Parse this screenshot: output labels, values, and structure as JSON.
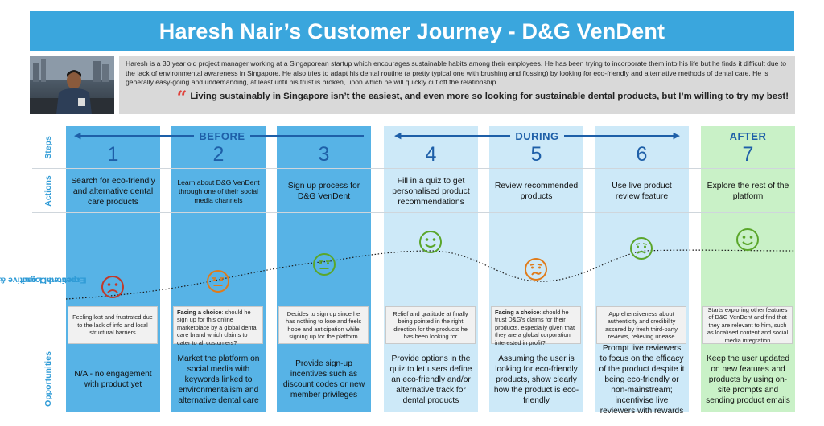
{
  "title": "Haresh Nair’s Customer Journey - D&G VenDent",
  "persona": {
    "bio": "Haresh is a 30 year old project manager working at a Singaporean startup which encourages sustainable habits among their employees. He has been trying to incorporate them into his life but he finds it difficult due to the lack of environmental awareness in Singapore. He also tries to adapt his dental routine (a pretty typical one with brushing and flossing) by looking for eco-friendly and alternative methods of dental care. He is generally easy-going and undemanding, at least until his trust is broken, upon which he will quickly cut off the relationship.",
    "quote": "Living sustainably in Singapore isn’t the easiest, and even more so looking for sustainable dental products, but I’m willing to try my best!"
  },
  "row_labels": {
    "steps": "Steps",
    "actions": "Actions",
    "load_line1": "Expected Cognitive &",
    "load_line2": "Emotional Load",
    "opportunities": "Opportunities"
  },
  "phases": {
    "before": "BEFORE",
    "during": "DURING",
    "after": "AFTER"
  },
  "colors": {
    "banner": "#3aa6dd",
    "before": "#57b3e6",
    "during": "#cde9f8",
    "after": "#c9f1c7",
    "accent": "#1e5fa8",
    "face_sad": "#c0392b",
    "face_neutral": "#e07b1a",
    "face_happy": "#5aa62a"
  },
  "steps": [
    {
      "number": "1",
      "action": "Search for eco-friendly and alternative dental care products",
      "emotion_icon": "sad-face-icon",
      "emotion_text": "Feeling lost and frustrated due to the lack of info and local structural barriers",
      "opportunity": "N/A - no engagement with product yet"
    },
    {
      "number": "2",
      "action": "Learn about D&G VenDent through one of their social media channels",
      "emotion_icon": "neutral-face-icon",
      "emotion_bold": "Facing a choice",
      "emotion_text": ": should he sign up for this online marketplace by a global dental care brand which claims to cater to all customers?",
      "opportunity": "Market the platform on social media with keywords linked to environmentalism and alternative dental care"
    },
    {
      "number": "3",
      "action": "Sign up process for D&G VenDent",
      "emotion_icon": "neutral-face-icon",
      "emotion_text": "Decides to sign up since he has nothing to lose and feels hope and anticipation while signing up for the platform",
      "opportunity": "Provide sign-up incentives such as discount codes or new member privileges"
    },
    {
      "number": "4",
      "action": "Fill in a quiz to get personalised product recommendations",
      "emotion_icon": "happy-face-icon",
      "emotion_text": "Relief and gratitude at finally being pointed in the right direction for the products he has been looking for",
      "opportunity": "Provide options in the quiz to let users define an eco-friendly and/or alternative track for dental products"
    },
    {
      "number": "5",
      "action": "Review recommended products",
      "emotion_icon": "worried-face-icon",
      "emotion_bold": "Facing a choice",
      "emotion_text": ": should he trust D&G’s claims for their products, especially given that they are a global corporation interested in profit?",
      "opportunity": "Assuming the user is looking for eco-friendly products, show clearly how the product is eco-friendly"
    },
    {
      "number": "6",
      "action": "Use live product review feature",
      "emotion_icon": "uneasy-face-icon",
      "emotion_text": "Apprehensiveness about authenticity and credibility assured by fresh third-party reviews, relieving unease",
      "opportunity": "Prompt live reviewers to focus on the efficacy of the product despite it being eco-friendly or non-mainstream; incentivise live reviewers with rewards"
    },
    {
      "number": "7",
      "action": "Explore the rest of the platform",
      "emotion_icon": "happy-face-icon",
      "emotion_text": "Starts exploring other features of D&G VenDent and find that they are relevant to him, such as localised content and social media integration",
      "opportunity": "Keep the user updated on new features and products by using on-site prompts and sending product emails"
    }
  ]
}
